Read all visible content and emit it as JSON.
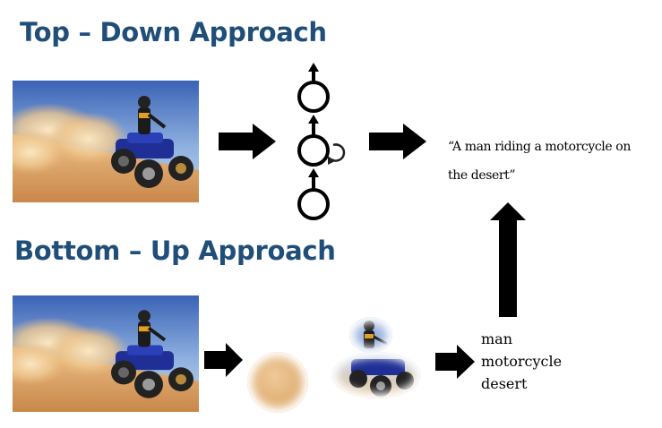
{
  "top": {
    "heading": "Top – Down Approach",
    "caption_line1": "“A man riding a motorcycle on",
    "caption_line2": "the desert”",
    "rnn": {
      "nodes": 3,
      "recurrent_arrow": "clockwise-loop-icon"
    }
  },
  "bottom": {
    "heading": "Bottom – Up Approach",
    "regions": [
      "sand-region",
      "rider-region",
      "vehicle-region"
    ],
    "words": [
      "man",
      "motorcycle",
      "desert"
    ]
  },
  "image": {
    "subject": "ATV rider on a sand dune",
    "colors": {
      "sky": "#5b82c8",
      "sand": "#d9a566",
      "atv": "#1e2f8f"
    }
  },
  "colors": {
    "heading": "#1f4e79",
    "arrow": "#000000"
  }
}
